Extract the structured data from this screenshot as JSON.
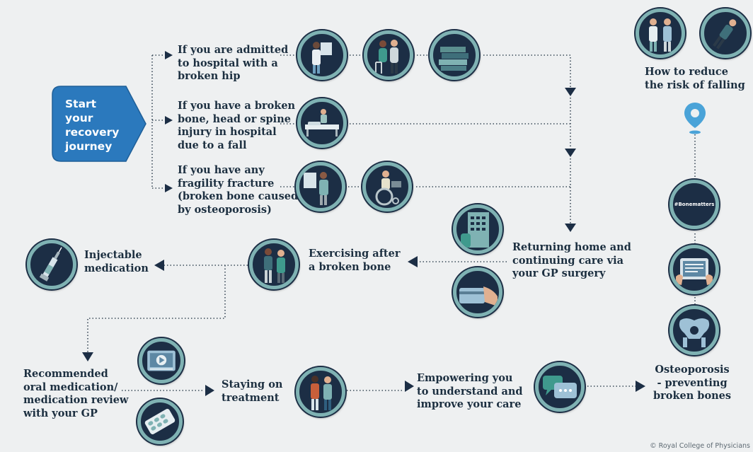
{
  "start": {
    "label": "Start\nyour\nrecovery\njourney"
  },
  "branches": {
    "admitted": "If you are admitted\nto hospital with a\nbroken hip",
    "injury": "If you have a broken\nbone, head or spine\ninjury in hospital\ndue to a fall",
    "fracture": "If you have any\nfragility fracture\n(broken bone caused\nby osteoporosis)"
  },
  "steps": {
    "falling": "How to reduce\nthe risk of falling",
    "returning": "Returning home and\ncontinuing care via\nyour GP surgery",
    "exercising": "Exercising after\na broken bone",
    "injectable": "Injectable\nmedication",
    "oral": "Recommended\noral medication/\nmedication review\nwith your GP",
    "staying": "Staying on\ntreatment",
    "empowering": "Empowering you\nto understand and\nimprove your care",
    "osteoporosis": "Osteoporosis\n- preventing\nbroken bones"
  },
  "hashtag": "#Bonematters",
  "copyright": "© Royal College of Physicians",
  "colors": {
    "background": "#eef0f1",
    "start_fill": "#2b79bd",
    "icon_bg": "#1c2e45",
    "icon_ring": "#7fb2b3",
    "text": "#1c2f40",
    "pin": "#4aa3d8"
  },
  "icons": [
    "doctor-xray-icon",
    "walking-frame-icon",
    "books-icon",
    "hospital-bed-icon",
    "xray-viewer-icon",
    "wheelchair-icon",
    "hospital-building-icon",
    "bank-card-icon",
    "exercise-icon",
    "syringe-icon",
    "video-player-icon",
    "pill-pack-icon",
    "carer-walking-icon",
    "chat-bubbles-icon",
    "hashtag-icon",
    "tablet-icon",
    "pelvis-icon",
    "nurse-icon",
    "falling-person-icon",
    "location-pin-icon"
  ]
}
